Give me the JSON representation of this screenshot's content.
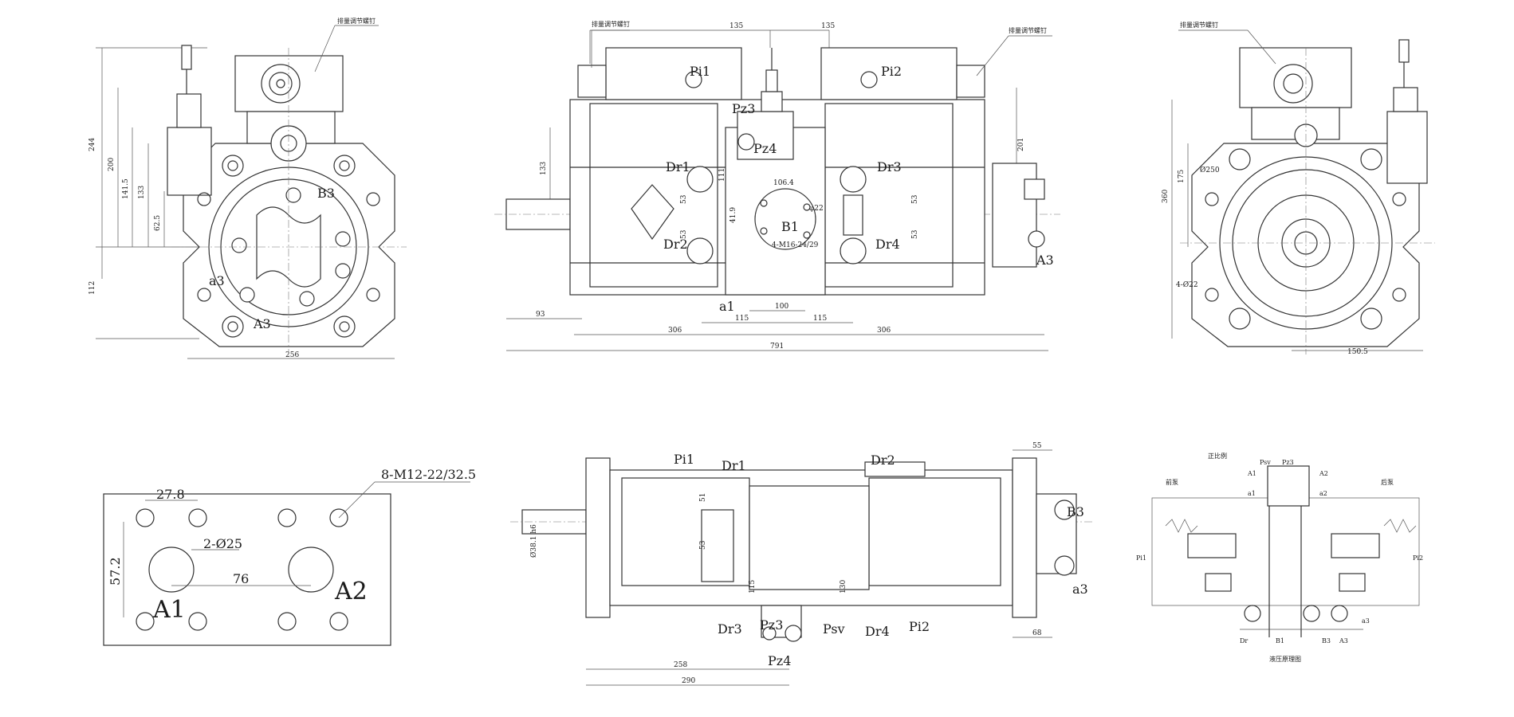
{
  "drawing": {
    "view_left": {
      "note": "排量调节螺钉",
      "dims": {
        "total_h": "244",
        "d200": "200",
        "d141": "141.5",
        "d133": "133",
        "d62": "62.5",
        "d112": "112",
        "width": "256"
      },
      "ports": {
        "b3": "B3",
        "a3": "A3",
        "a3s": "a3"
      }
    },
    "view_center": {
      "note_left": "排量调节螺钉",
      "note_right": "排量调节螺钉",
      "dims": {
        "top_l": "135",
        "top_r": "135",
        "left_h": "133",
        "right_h": "201",
        "d93": "93",
        "d306l": "306",
        "d306r": "306",
        "d115l": "115",
        "d115r": "115",
        "d100": "100",
        "total": "791",
        "d106": "106.4",
        "d53a": "53",
        "d53b": "53",
        "d53c": "53",
        "d53d": "53",
        "d111": "111",
        "d45": "φ22",
        "d41": "41.9"
      },
      "ports": {
        "pi1": "Pi1",
        "pi2": "Pi2",
        "pz3": "Pz3",
        "pz4": "Pz4",
        "dr1": "Dr1",
        "dr2": "Dr2",
        "dr3": "Dr3",
        "dr4": "Dr4",
        "b1": "B1",
        "a1": "a1",
        "a3": "A3",
        "bolt": "4-M16-24/29"
      }
    },
    "view_right": {
      "note": "排量调节螺钉",
      "dims": {
        "d360": "360",
        "d175": "175",
        "d250": "Ø250",
        "holes": "4-Ø22",
        "d150": "150.5"
      }
    },
    "flange": {
      "d27": "27.8",
      "thread": "8-M12-22/32.5",
      "holes": "2-Ø25",
      "d76": "76",
      "d57": "57.2",
      "a1": "A1",
      "a2": "A2"
    },
    "top_view": {
      "ports": {
        "pi1": "Pi1",
        "dr1": "Dr1",
        "dr2": "Dr2",
        "b3": "B3",
        "a3": "a3",
        "dr3": "Dr3",
        "pz3": "Pz3",
        "pz4": "Pz4",
        "psv": "Psv",
        "dr4": "Dr4",
        "pi2": "Pi2"
      },
      "dims": {
        "d55": "55",
        "d68": "68",
        "d258": "258",
        "d290": "290",
        "shaft": "Ø38.1 h6",
        "d53": "53",
        "d51": "51",
        "d130": "130",
        "d115": "115"
      }
    },
    "schematic": {
      "title": "液压原理图",
      "front": "前泵",
      "rear": "后泵",
      "tag": "正比例",
      "labels": {
        "psv": "Psv",
        "pz3": "Pz3",
        "a1": "A1",
        "a2": "A2",
        "a1s": "a1",
        "a2s": "a2",
        "pi1": "Pi1",
        "pi2": "Pi2",
        "a3": "a3",
        "dr": "Dr",
        "b1": "B1",
        "b3": "B3",
        "a3b": "A3"
      }
    }
  }
}
